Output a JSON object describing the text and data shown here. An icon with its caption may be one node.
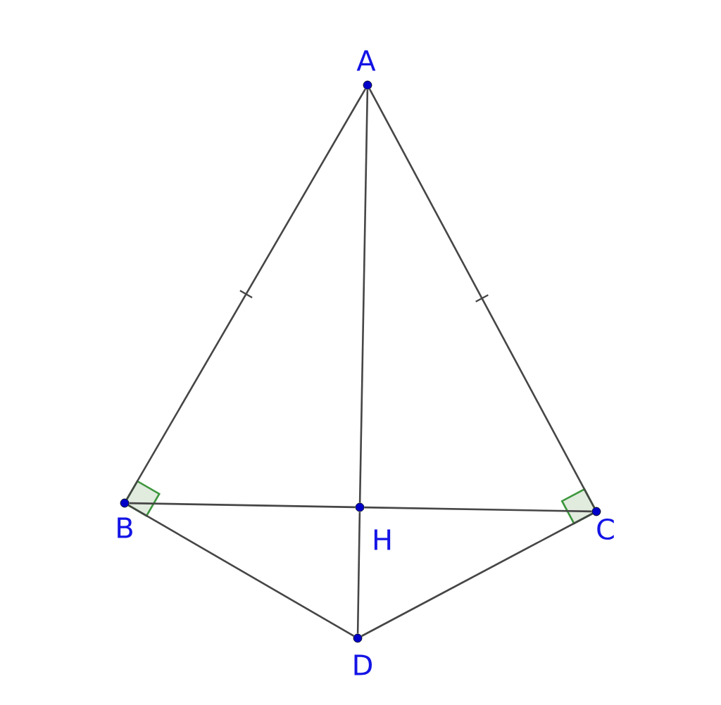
{
  "diagram": {
    "nodes": [
      {
        "text": [
          "A"
        ]
      },
      {
        "text": [
          "B"
        ]
      },
      {
        "text": [
          "C"
        ]
      },
      {
        "text": [
          "H"
        ]
      },
      {
        "text": [
          "D"
        ]
      }
    ],
    "edges": [
      {
        "from": 0,
        "to": 1,
        "arrow": "none"
      },
      {
        "from": 0,
        "to": 2,
        "arrow": "none"
      },
      {
        "from": 0,
        "to": 3,
        "arrow": "none"
      },
      {
        "from": 3,
        "to": 4,
        "arrow": "none"
      },
      {
        "from": 1,
        "to": 3,
        "arrow": "none"
      },
      {
        "from": 3,
        "to": 2,
        "arrow": "none"
      },
      {
        "from": 1,
        "to": 4,
        "arrow": "none"
      },
      {
        "from": 2,
        "to": 4,
        "arrow": "none"
      }
    ]
  }
}
